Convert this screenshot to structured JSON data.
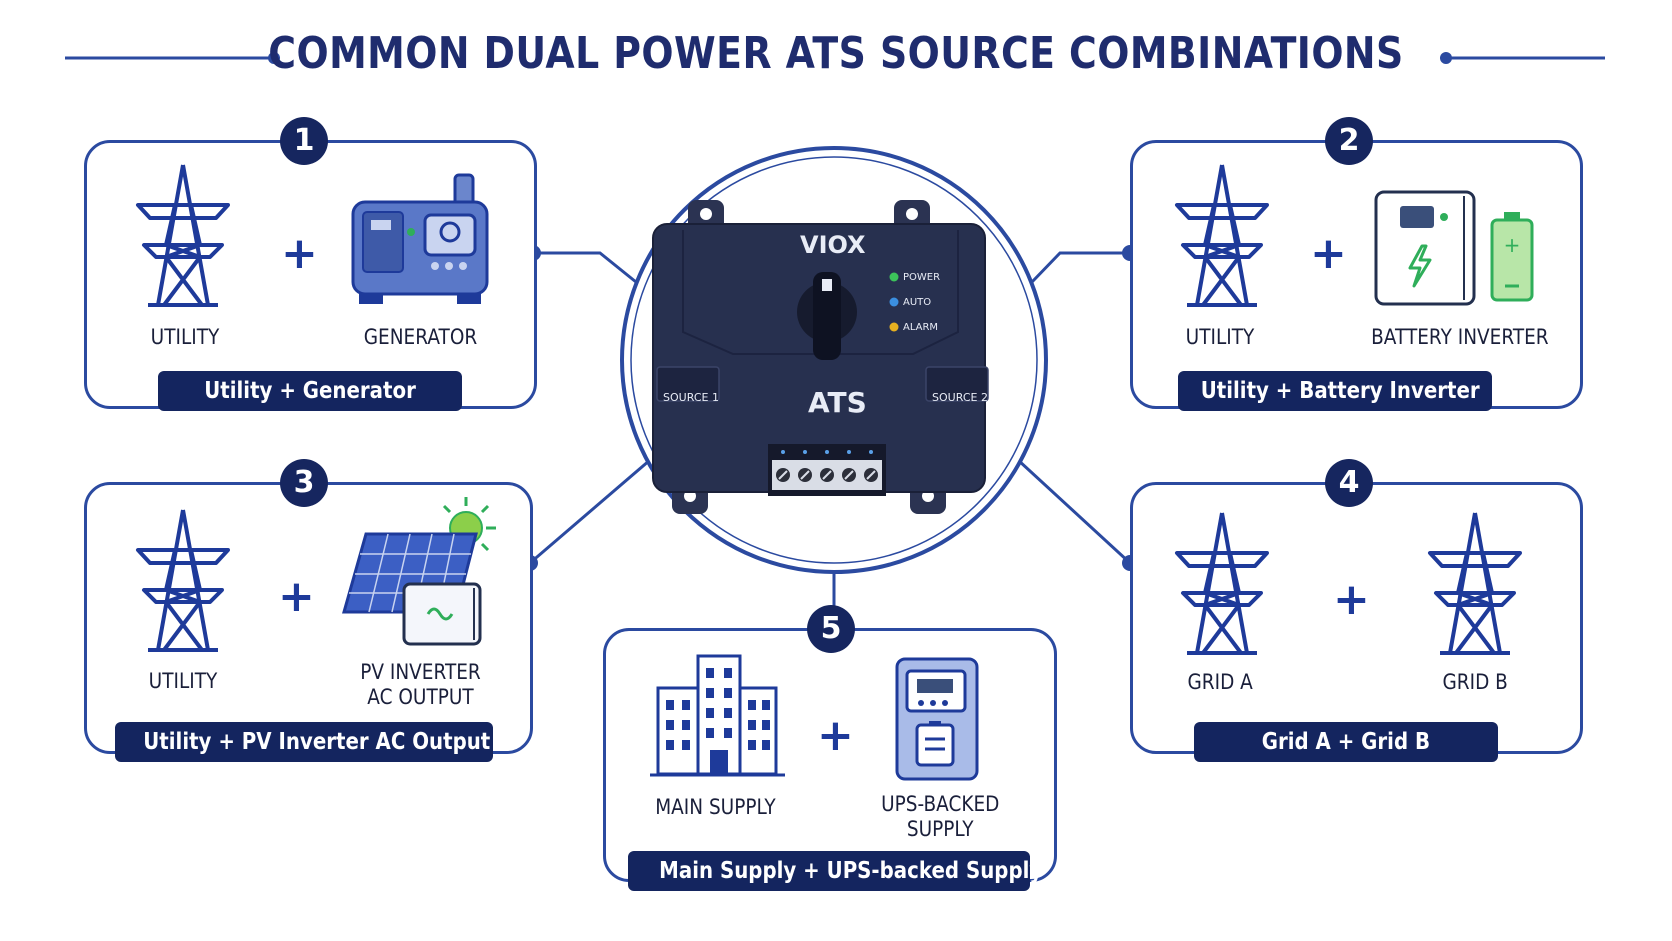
{
  "title": "COMMON DUAL POWER ATS SOURCE COMBINATIONS",
  "device": {
    "brand": "VIOX",
    "name": "ATS",
    "source1": "SOURCE 1",
    "source2": "SOURCE 2",
    "indicators": [
      {
        "label": "POWER",
        "color": "#3cc35a"
      },
      {
        "label": "AUTO",
        "color": "#3b8fe0"
      },
      {
        "label": "ALARM",
        "color": "#e6b020"
      }
    ]
  },
  "combinations": [
    {
      "number": "1",
      "left": "UTILITY",
      "right": "GENERATOR",
      "caption": "Utility + Generator",
      "left_icon": "transmission-tower-icon",
      "right_icon": "generator-icon"
    },
    {
      "number": "2",
      "left": "UTILITY",
      "right": "BATTERY INVERTER",
      "caption": "Utility + Battery Inverter",
      "left_icon": "transmission-tower-icon",
      "right_icon": "battery-inverter-icon"
    },
    {
      "number": "3",
      "left": "UTILITY",
      "right": "PV INVERTER\nAC OUTPUT",
      "caption": "Utility + PV Inverter AC Output",
      "left_icon": "transmission-tower-icon",
      "right_icon": "solar-panel-inverter-icon"
    },
    {
      "number": "4",
      "left": "GRID A",
      "right": "GRID B",
      "caption": "Grid A + Grid B",
      "left_icon": "transmission-tower-icon",
      "right_icon": "transmission-tower-icon"
    },
    {
      "number": "5",
      "left": "MAIN SUPPLY",
      "right": "UPS-BACKED\nSUPPLY",
      "caption": "Main Supply + UPS-backed Supply",
      "left_icon": "building-icon",
      "right_icon": "ups-icon"
    }
  ],
  "plus_sign": "+",
  "colors": {
    "navy": "#14255f",
    "blue": "#2b4aa0",
    "device": "#27304f"
  }
}
